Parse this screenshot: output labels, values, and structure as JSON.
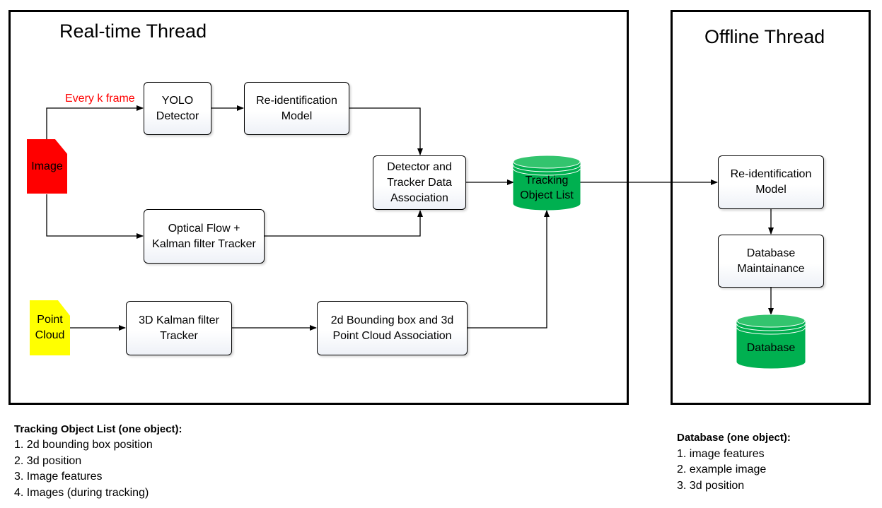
{
  "colors": {
    "highlight_text": "#ff0000",
    "image_doc": "#ff0000",
    "pointcloud_doc": "#ffff00",
    "cylinder": "#00b050",
    "cylinder_top": "#33c46e"
  },
  "realtime": {
    "title": "Real-time Thread",
    "edge_label": "Every k frame",
    "image_label": "Image",
    "pointcloud_label": "Point\nCloud",
    "yolo": "YOLO\nDetector",
    "reid": "Re-identification\nModel",
    "assoc": "Detector and\nTracker Data\nAssociation",
    "tracking_list": "Tracking\nObject List",
    "optical": "Optical  Flow +\nKalman filter Tracker",
    "kalman3d": "3D Kalman filter\nTracker",
    "bbox_assoc": "2d Bounding box and 3d\nPoint Cloud Association"
  },
  "offline": {
    "title": "Offline Thread",
    "reid": "Re-identification\nModel",
    "maintenance": "Database\nMaintainance",
    "database": "Database"
  },
  "notes": {
    "tracking": {
      "title": "Tracking Object List (one object):",
      "items": [
        "1. 2d bounding box position",
        "2. 3d position",
        "3. Image features",
        "4. Images (during tracking)"
      ]
    },
    "database": {
      "title": "Database (one object):",
      "items": [
        "1. image features",
        "2. example image",
        "3. 3d position"
      ]
    }
  }
}
